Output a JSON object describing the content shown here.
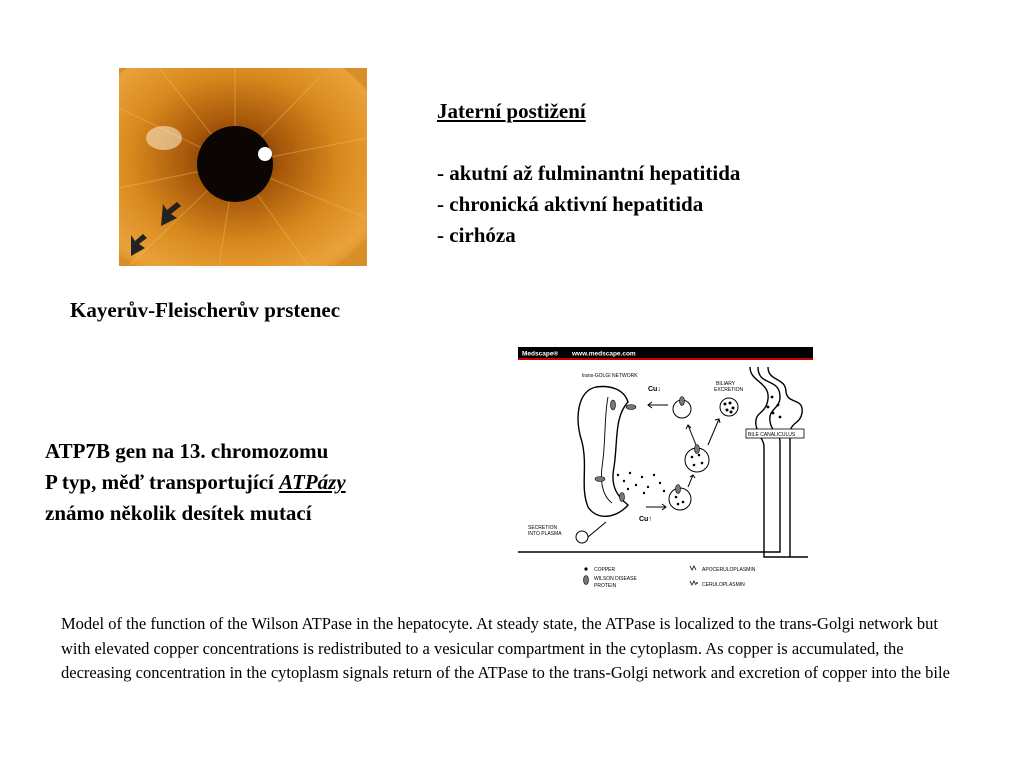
{
  "eye_caption": "Kayerův-Fleischerův prstenec",
  "liver": {
    "title": "Jaterní postižení",
    "items": [
      "- akutní až fulminantní hepatitida",
      "- chronická aktivní hepatitida",
      "- cirhóza"
    ]
  },
  "gene": {
    "line1": "ATP7B gen na 13. chromozomu",
    "line2_prefix": "P typ, měď transportující ",
    "line2_emph": "ATPázy",
    "line3": "známo několik desítek mutací"
  },
  "diagram": {
    "header_brand": "Medscape®",
    "header_url": "www.medscape.com",
    "tgn_label": "trans-GOLGI NETWORK",
    "cu_down": "Cu↓",
    "cu_up": "Cu↑",
    "biliary_excretion": [
      "BILIARY",
      "EXCRETION"
    ],
    "bile_canaliculus": "BILE CANALICULUS",
    "secretion": [
      "SECRETION",
      "INTO PLASMA"
    ],
    "legend": {
      "copper": "COPPER",
      "wilson_protein": [
        "WILSON DISEASE",
        "PROTEIN"
      ],
      "apoceruloplasmin": "APOCERULOPLASMIN",
      "ceruloplasmin": "CERULOPLASMIN"
    },
    "colors": {
      "header_bar": "#000000",
      "header_line": "#cc0000"
    }
  },
  "caption": "Model of the function of the Wilson ATPase in the hepatocyte. At steady state, the ATPase is localized to the trans-Golgi network but with elevated copper concentrations is redistributed to a vesicular compartment in the cytoplasm. As copper is accumulated, the decreasing concentration in the cytoplasm signals return of the ATPase to the trans-Golgi network and excretion of copper into the bile"
}
